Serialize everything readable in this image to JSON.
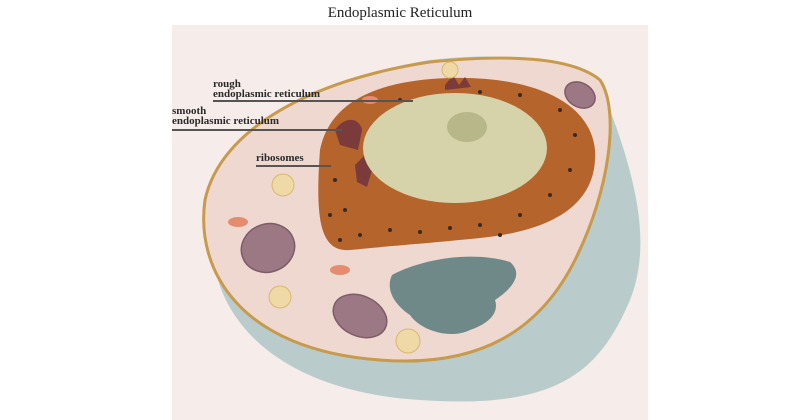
{
  "title": "Endoplasmic Reticulum",
  "labels": {
    "rough_1": "rough",
    "rough_2": "endoplasmic reticulum",
    "smooth_1": "smooth",
    "smooth_2": "endoplasmic reticulum",
    "ribosomes": "ribosomes"
  },
  "colors": {
    "panel": "#f6ece9",
    "cell_outer": "#b9cccb",
    "cytoplasm": "#eed8d0",
    "membrane": "#c79a4c",
    "er": "#b5642c",
    "nucleus": "#d6d3aa",
    "golgi": "#6e8988",
    "mitochondria": "#9c7784"
  }
}
